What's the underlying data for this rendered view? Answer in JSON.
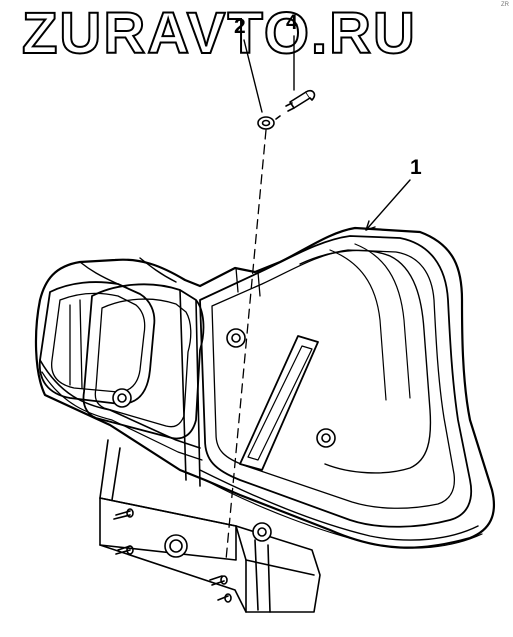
{
  "watermark": {
    "text": "ZURAVTO.RU"
  },
  "corner_mark": {
    "text": "ZR"
  },
  "callouts": [
    {
      "id": "c1",
      "label": "1"
    },
    {
      "id": "c2",
      "label": "2"
    },
    {
      "id": "c4",
      "label": "4"
    }
  ]
}
